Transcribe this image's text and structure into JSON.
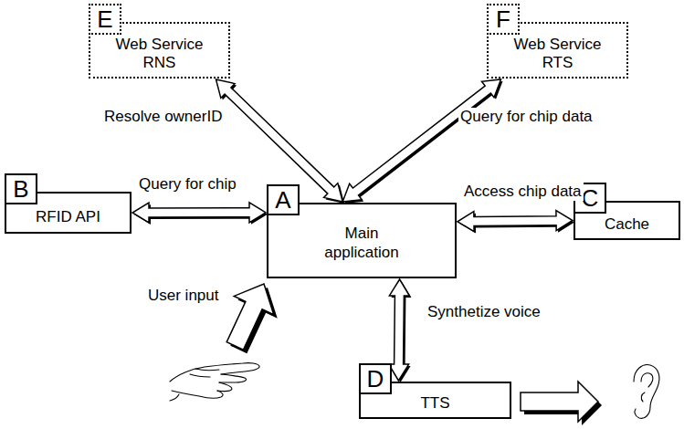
{
  "diagram": {
    "nodes": [
      {
        "text": [
          "A",
          "Main application"
        ]
      },
      {
        "text": [
          "B",
          "RFID API"
        ]
      },
      {
        "text": [
          "C",
          "Cache"
        ]
      },
      {
        "text": [
          "D",
          "TTS"
        ]
      },
      {
        "text": [
          "E",
          "Web Service RNS"
        ]
      },
      {
        "text": [
          "F",
          "Web Service RTS"
        ]
      }
    ],
    "edges": [
      {
        "from": 0,
        "to": 4,
        "label": "Resolve ownerID",
        "arrow": "both"
      },
      {
        "from": 0,
        "to": 5,
        "label": "Query for chip data",
        "arrow": "both"
      },
      {
        "from": 0,
        "to": 1,
        "label": "Query for chip",
        "arrow": "both"
      },
      {
        "from": 0,
        "to": 2,
        "label": "Access chip data",
        "arrow": "both"
      },
      {
        "from": 0,
        "to": 3,
        "label": "Synthetize voice",
        "arrow": "both"
      }
    ],
    "labels": [
      "User input"
    ]
  }
}
